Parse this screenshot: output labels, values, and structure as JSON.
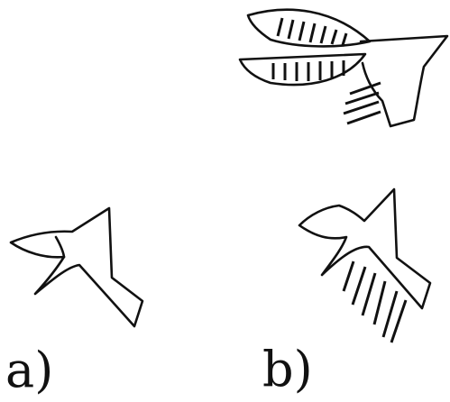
{
  "panels": [
    {
      "id": "a",
      "label": "a)"
    },
    {
      "id": "b",
      "label": "b)"
    }
  ],
  "colors": {
    "line": "#111111",
    "background": "#ffffff"
  }
}
